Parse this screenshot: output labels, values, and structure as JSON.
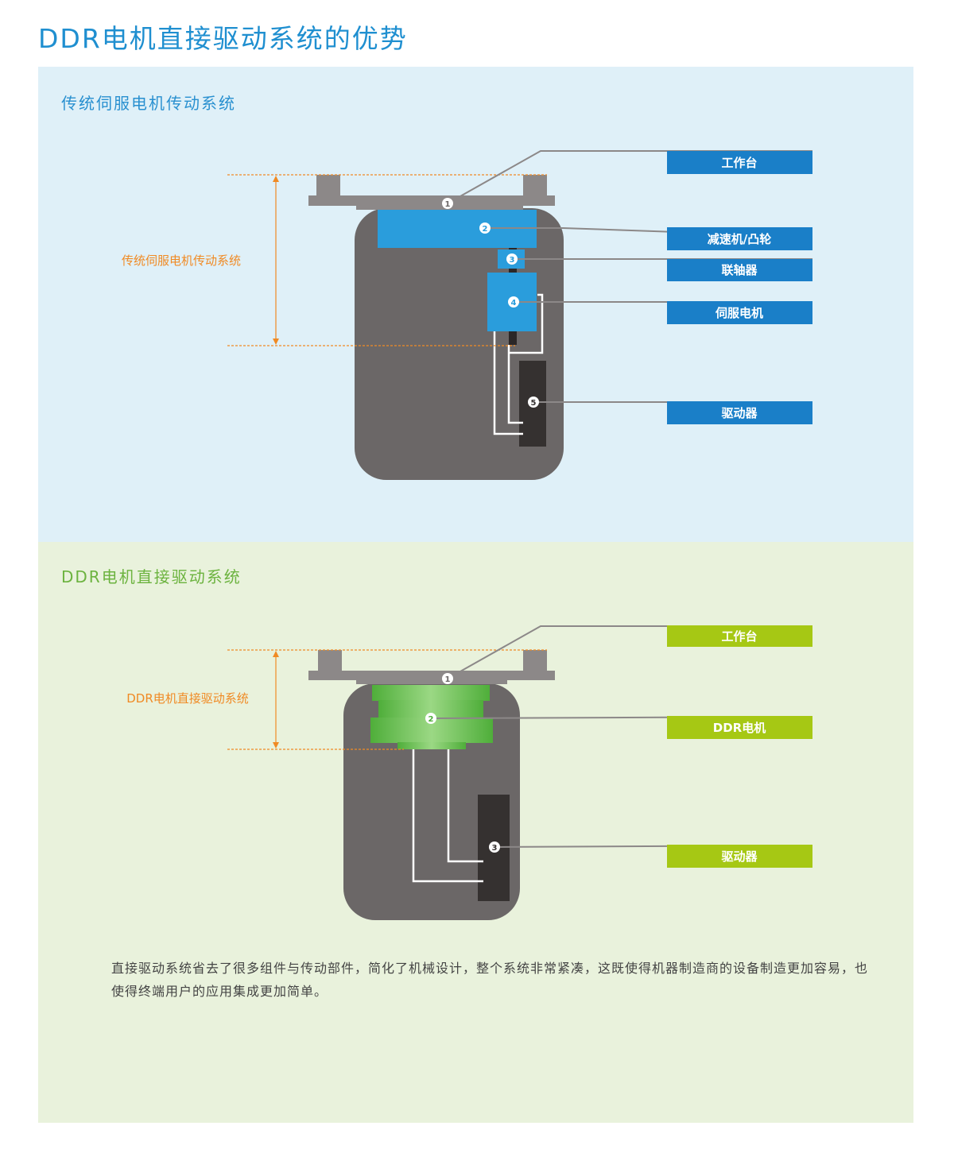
{
  "page": {
    "title": "DDR电机直接驱动系统的优势"
  },
  "traditional": {
    "heading": "传统伺服电机传动系统",
    "dimension_label": "传统伺服电机传动系统",
    "callouts": [
      {
        "num": "1",
        "label": "工作台"
      },
      {
        "num": "2",
        "label": "减速机/凸轮"
      },
      {
        "num": "3",
        "label": "联轴器"
      },
      {
        "num": "4",
        "label": "伺服电机"
      },
      {
        "num": "5",
        "label": "驱动器"
      }
    ]
  },
  "ddr": {
    "heading": "DDR电机直接驱动系统",
    "dimension_label": "DDR电机直接驱动系统",
    "callouts": [
      {
        "num": "1",
        "label": "工作台"
      },
      {
        "num": "2",
        "label": "DDR电机"
      },
      {
        "num": "3",
        "label": "驱动器"
      }
    ],
    "summary": "直接驱动系统省去了很多组件与传动部件，简化了机械设计，整个系统非常紧凑，这既使得机器制造商的设备制造更加容易，也使得终端用户的应用集成更加简单。"
  },
  "colors": {
    "title_blue": "#1f8fd0",
    "traditional_bg": "#dff0f8",
    "ddr_bg": "#e9f2dc",
    "label_blue": "#1a7fc8",
    "label_green": "#a6c814",
    "component_blue": "#2a9ddc",
    "ddr_green": "#6cc04a",
    "housing_gray": "#6b6767",
    "driver_dark": "#353130",
    "dimension_orange": "#f08a24"
  }
}
